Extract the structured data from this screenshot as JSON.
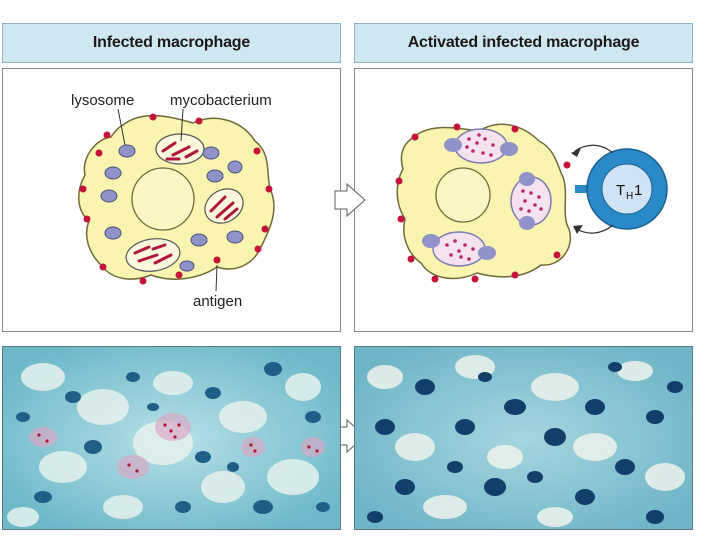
{
  "panels": {
    "left_title": "Infected macrophage",
    "right_title": "Activated infected macrophage"
  },
  "labels": {
    "lysosome": "lysosome",
    "mycobacterium": "mycobacterium",
    "antigen": "antigen",
    "th_main": "T",
    "th_sub": "H",
    "th_num": "1"
  },
  "colors": {
    "header_bg": "#cfe7f1",
    "cell_fill": "#f9f4b0",
    "cell_stroke": "#6f6a3a",
    "lysosome": "#8f93c9",
    "bacterium": "#b0163a",
    "antigen": "#c4123a",
    "th1_ring": "#2a8ac8",
    "th1_core": "#cfe3f4",
    "stain_bg": "#8ac9d6",
    "stain_nuclei": "#16587e"
  }
}
